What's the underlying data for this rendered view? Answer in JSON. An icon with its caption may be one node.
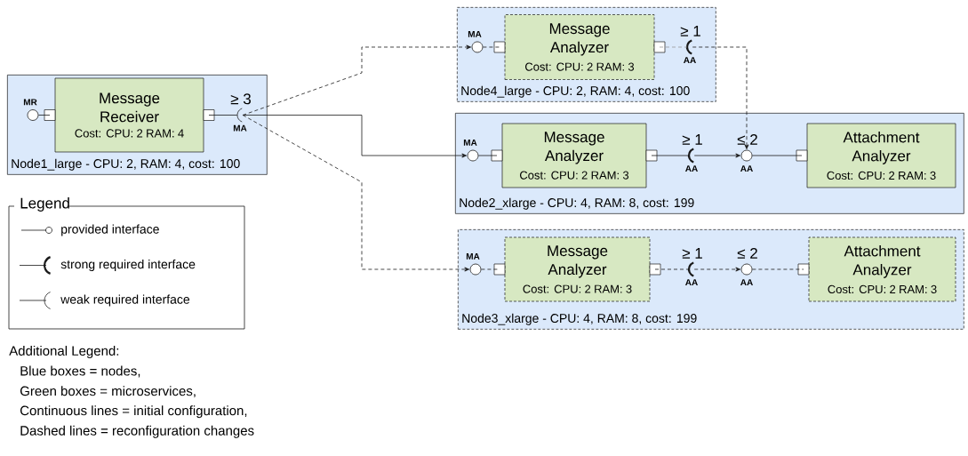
{
  "diagram": {
    "nodes": [
      {
        "text": [
          "Node1_large - CPU: 2, RAM: 4, cost: 100"
        ]
      },
      {
        "text": [
          "Message Receiver",
          "Cost: CPU: 2 RAM: 4"
        ],
        "in": 0
      },
      {
        "text": [],
        "shape": "circle",
        "in": 0,
        "beside": [
          "MR"
        ]
      },
      {
        "text": [],
        "shape": "arc",
        "in": 0,
        "beside": [
          "≥ 3",
          "MA"
        ]
      },
      {
        "text": [
          "Node4_large - CPU: 2, RAM: 4, cost: 100"
        ]
      },
      {
        "text": [],
        "shape": "circle",
        "in": 4,
        "beside": [
          "MA"
        ]
      },
      {
        "text": [
          "Message Analyzer",
          "Cost: CPU: 2 RAM: 3"
        ],
        "in": 4
      },
      {
        "text": [],
        "shape": "arc",
        "in": 4,
        "beside": [
          "≥ 1",
          "AA"
        ]
      },
      {
        "text": [
          "Node2_xlarge - CPU: 4, RAM: 8, cost: 199"
        ]
      },
      {
        "text": [],
        "shape": "circle",
        "in": 8,
        "beside": [
          "MA"
        ]
      },
      {
        "text": [
          "Message Analyzer",
          "Cost: CPU: 2 RAM: 3"
        ],
        "in": 8
      },
      {
        "text": [],
        "shape": "arc",
        "in": 8,
        "beside": [
          "≥ 1",
          "AA"
        ]
      },
      {
        "text": [],
        "shape": "circle",
        "in": 8,
        "beside": [
          "≤ 2",
          "AA"
        ]
      },
      {
        "text": [
          "Attachment Analyzer",
          "Cost: CPU: 2 RAM: 3"
        ],
        "in": 8
      },
      {
        "text": [
          "Node3_xlarge - CPU: 4, RAM: 8, cost: 199"
        ]
      },
      {
        "text": [],
        "shape": "circle",
        "in": 14,
        "beside": [
          "MA"
        ]
      },
      {
        "text": [
          "Message Analyzer",
          "Cost: CPU: 2 RAM: 3"
        ],
        "in": 14
      },
      {
        "text": [],
        "shape": "arc",
        "in": 14,
        "beside": [
          "≥ 1",
          "AA"
        ]
      },
      {
        "text": [],
        "shape": "circle",
        "in": 14,
        "beside": [
          "≤ 2",
          "AA"
        ]
      },
      {
        "text": [
          "Attachment Analyzer",
          "Cost: CPU: 2 RAM: 3"
        ],
        "in": 14
      }
    ],
    "edges": [
      {
        "from": 2,
        "to": 1,
        "arrow": "none"
      },
      {
        "from": 1,
        "to": 3,
        "arrow": "none"
      },
      {
        "from": 3,
        "to": 9,
        "arrow": "to"
      },
      {
        "from": 3,
        "to": 5,
        "arrow": "to",
        "style": "dashed"
      },
      {
        "from": 3,
        "to": 15,
        "arrow": "to",
        "style": "dashed"
      },
      {
        "from": 5,
        "to": 6,
        "arrow": "none",
        "style": "dashed"
      },
      {
        "from": 6,
        "to": 7,
        "arrow": "none",
        "style": "dashed",
        "color": "#999999"
      },
      {
        "from": 7,
        "to": 12,
        "arrow": "to",
        "style": "dashed"
      },
      {
        "from": 9,
        "to": 10,
        "arrow": "none"
      },
      {
        "from": 10,
        "to": 11,
        "arrow": "none"
      },
      {
        "from": 11,
        "to": 12,
        "arrow": "to"
      },
      {
        "from": 12,
        "to": 13,
        "arrow": "none"
      },
      {
        "from": 15,
        "to": 16,
        "arrow": "none",
        "style": "dashed"
      },
      {
        "from": 16,
        "to": 17,
        "arrow": "none",
        "style": "dashed"
      },
      {
        "from": 17,
        "to": 18,
        "arrow": "to",
        "style": "dashed"
      },
      {
        "from": 18,
        "to": 19,
        "arrow": "none",
        "style": "dashed"
      }
    ],
    "labels": [
      "Legend",
      "Additional Legend:",
      "Blue boxes = nodes,",
      "Green boxes = microservices,",
      "Continuous lines = initial configuration,",
      "Dashed lines = reconfiguration changes"
    ],
    "legend": [
      {
        "text": "provided interface"
      },
      {
        "text": "strong required interface"
      },
      {
        "text": "weak required interface"
      }
    ]
  }
}
